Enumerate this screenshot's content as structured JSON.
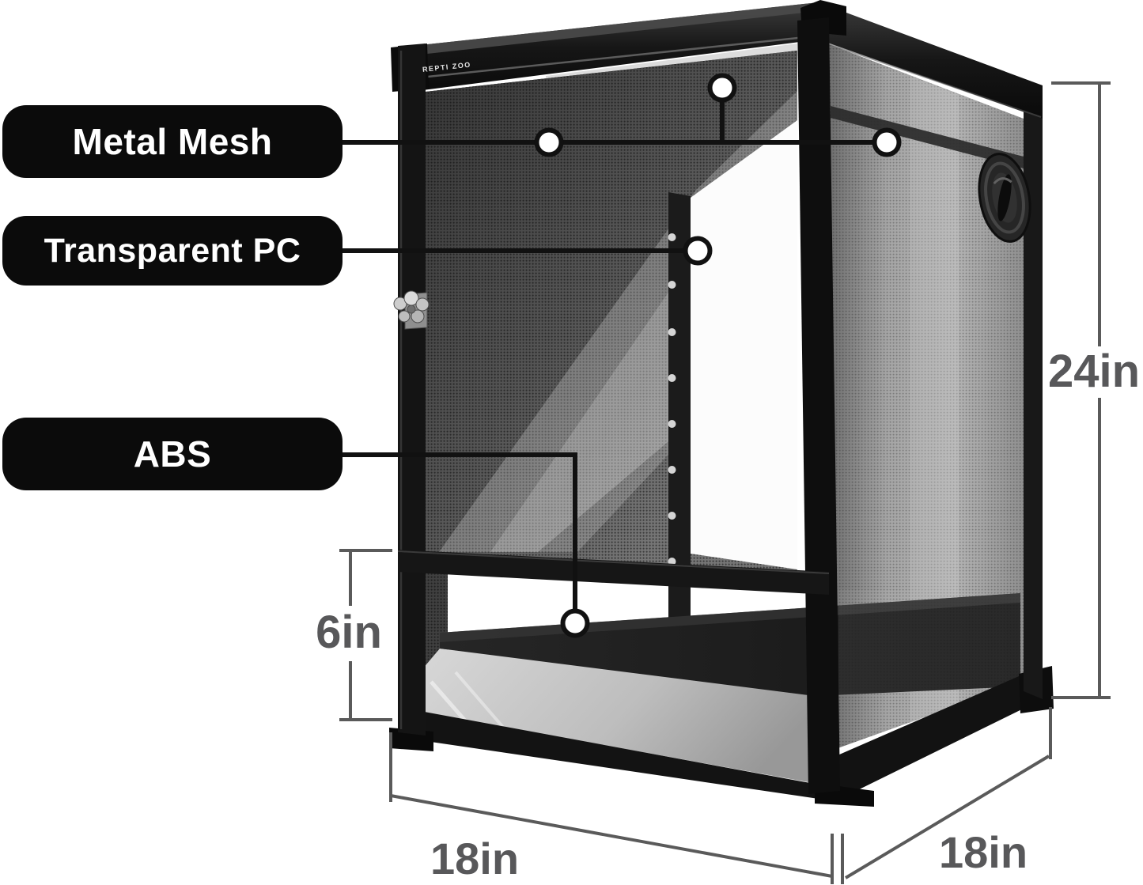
{
  "image": {
    "type": "product-dimension-diagram",
    "subject": "mesh reptile terrarium",
    "background": "#ffffff"
  },
  "brand": {
    "logo_text": "REPTI ZOO"
  },
  "material_callouts": [
    {
      "id": "metal_mesh",
      "label": "Metal Mesh"
    },
    {
      "id": "transparent_pc",
      "label": "Transparent PC"
    },
    {
      "id": "abs",
      "label": "ABS"
    }
  ],
  "dimensions": {
    "height": {
      "label": "24in"
    },
    "bottom_section_height": {
      "label": "6in"
    },
    "width": {
      "label": "18in"
    },
    "depth": {
      "label": "18in"
    }
  },
  "colors": {
    "callout_pill_bg": "#0b0b0b",
    "callout_pill_text": "#ffffff",
    "callout_line": "#111111",
    "callout_marker_fill": "#ffffff",
    "dimension_line": "#5a5a5a",
    "dimension_text": "#58585a",
    "frame_black": "#131313",
    "mesh_gray": "#a9a9a9",
    "shelf_black": "#1c1c1c",
    "floor_gray": "#c6c6c6"
  }
}
